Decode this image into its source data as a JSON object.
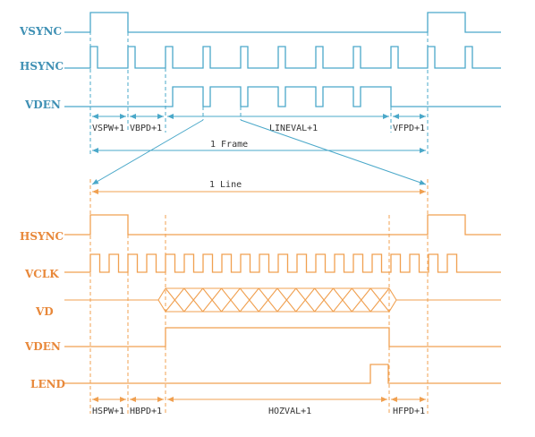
{
  "colors": {
    "frame": "#4aa8c9",
    "line": "#f0a050",
    "label_frame": "#3f90b4",
    "label_line": "#e8883a",
    "text": "#333333"
  },
  "frame_section": {
    "signals": [
      "VSYNC",
      "HSYNC",
      "VDEN"
    ],
    "intervals": [
      "VSPW+1",
      "VBPD+1",
      "LINEVAL+1",
      "VFPD+1"
    ],
    "span_label": "1 Frame"
  },
  "line_section": {
    "span_label": "1 Line",
    "signals": [
      "HSYNC",
      "VCLK",
      "VD",
      "VDEN",
      "LEND"
    ],
    "intervals": [
      "HSPW+1",
      "HBPD+1",
      "HOZVAL+1",
      "HFPD+1"
    ]
  }
}
